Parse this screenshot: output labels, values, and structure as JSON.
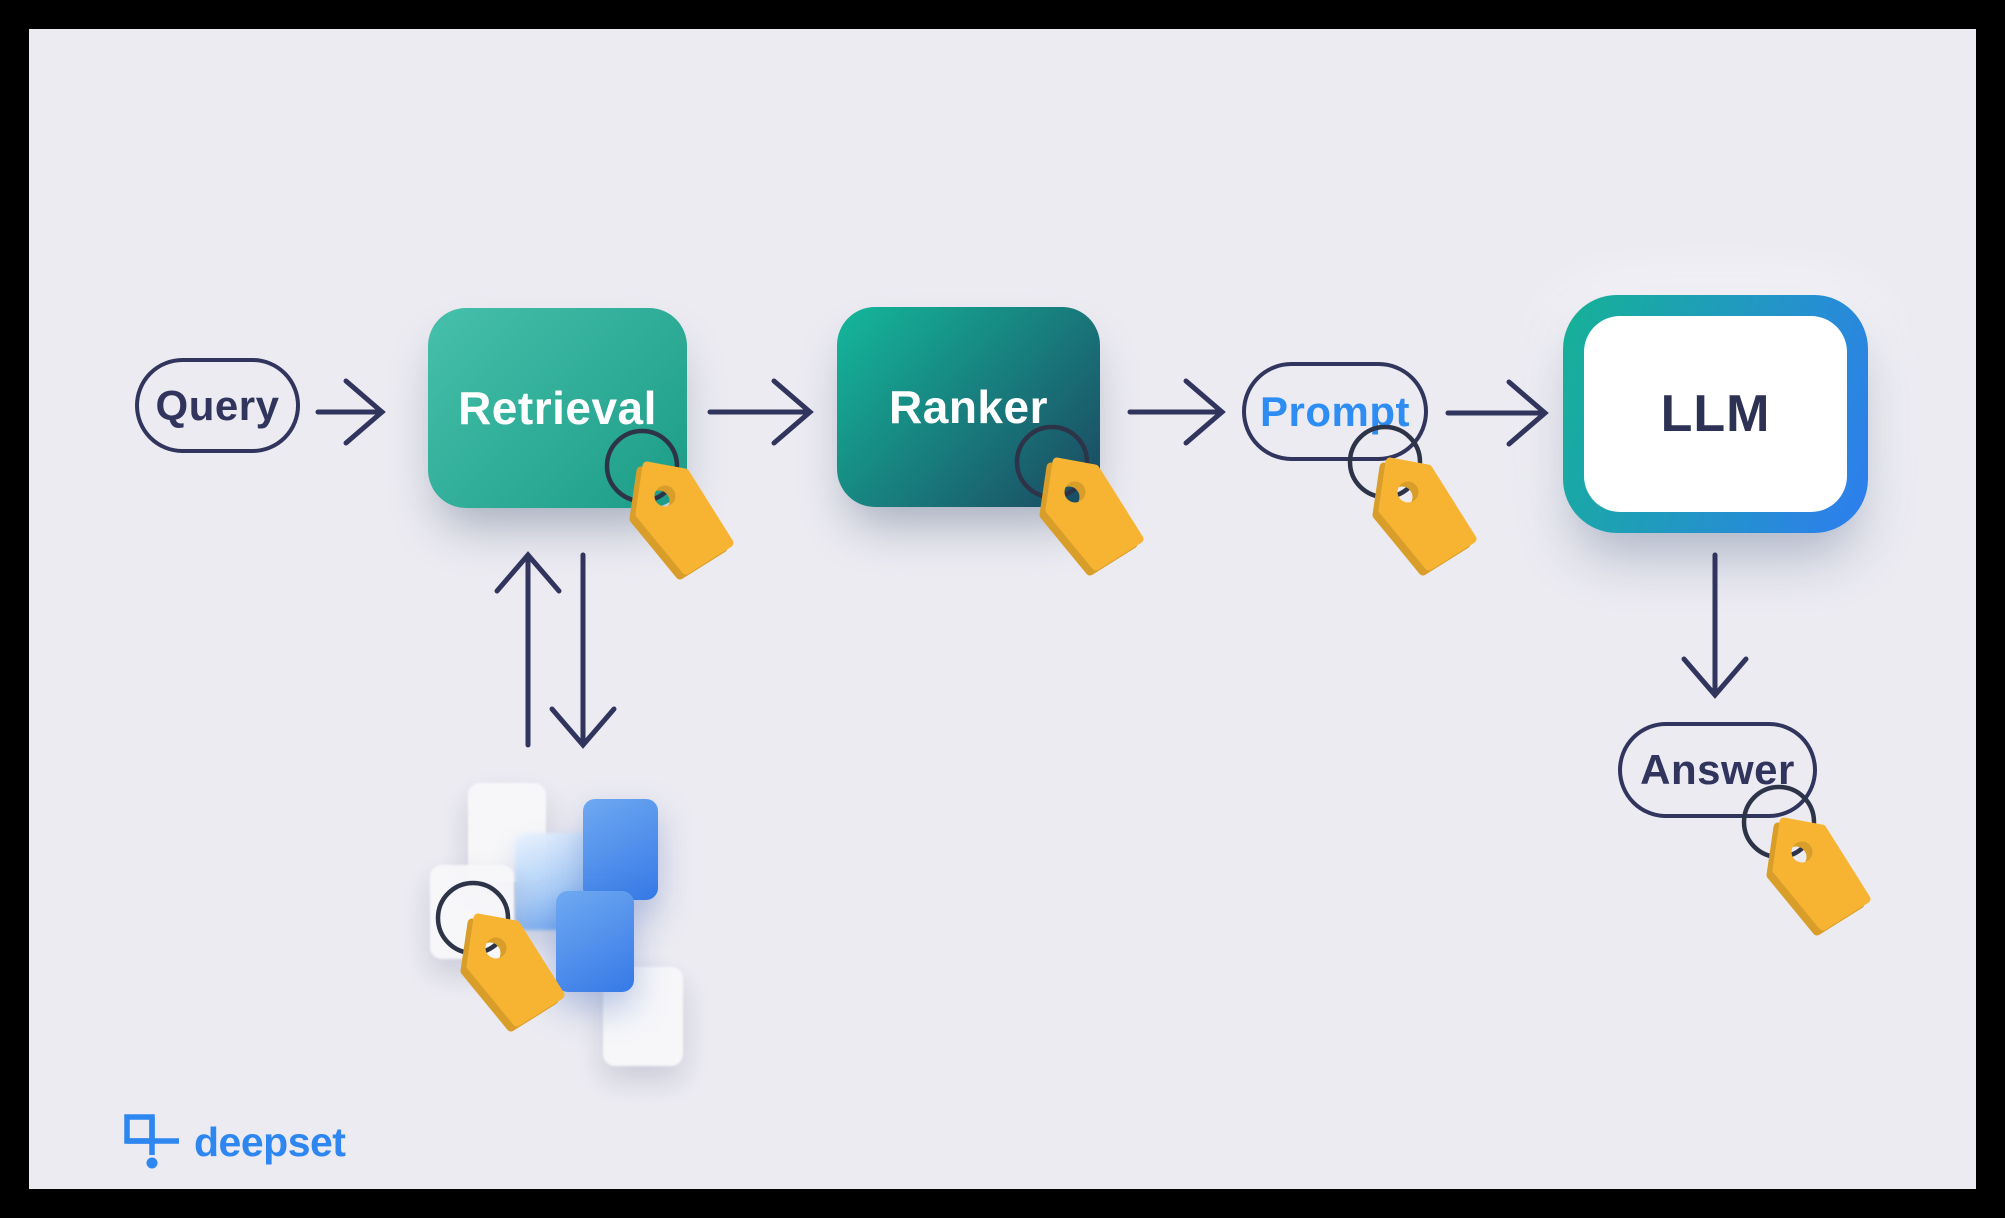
{
  "canvas": {
    "frame_color": "#000000",
    "background": "#ECEBF2"
  },
  "pipeline": {
    "query": {
      "label": "Query"
    },
    "retrieval": {
      "label": "Retrieval"
    },
    "ranker": {
      "label": "Ranker"
    },
    "prompt": {
      "label": "Prompt"
    },
    "llm": {
      "label": "LLM"
    },
    "answer": {
      "label": "Answer"
    }
  },
  "branding": {
    "logo_text": "deepset"
  },
  "icons": {
    "price_tag": "price-tag-icon",
    "tag_ring": "tag-ring-icon",
    "documents": "document-stack",
    "logo_mark": "deepset-logo-mark-icon"
  },
  "colors": {
    "background": "#ECEBF2",
    "outline_navy": "#31345C",
    "arrow": "#31345C",
    "ring": "#2E3447",
    "prompt_text": "#2E8DF3",
    "llm_text": "#2D3154",
    "retrieval_from": "#46C0AA",
    "retrieval_to": "#1B9C87",
    "ranker_from": "#14B89B",
    "ranker_to": "#1B4660",
    "llm_border_from": "#15B295",
    "llm_border_to": "#2E7DF0",
    "tag_yellow": "#F7B433",
    "tag_shadow": "#D99E29",
    "doc_white": "#F8F8FB",
    "doc_blue_from": "#6FA9F1",
    "doc_blue_to": "#3679E7",
    "logo_blue": "#2E86F0"
  }
}
